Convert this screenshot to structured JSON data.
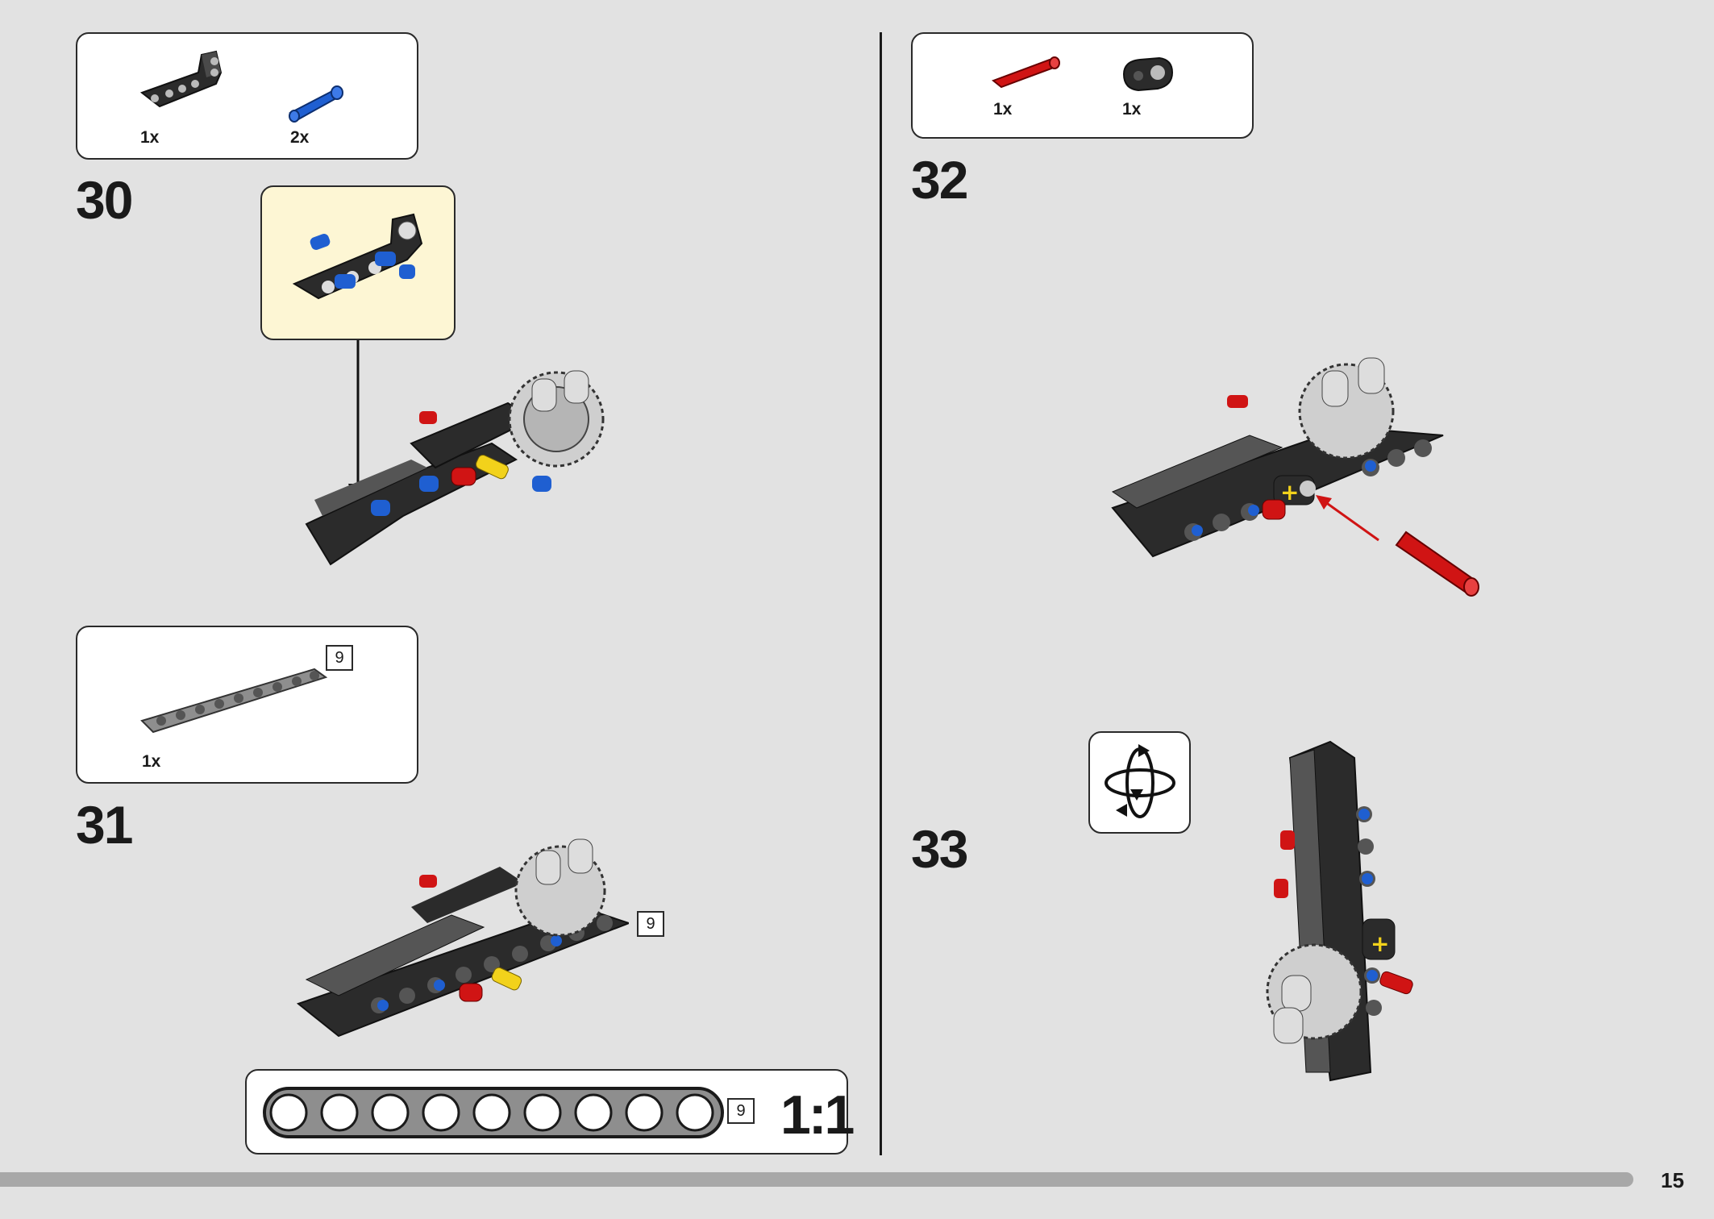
{
  "steps": {
    "s30": {
      "number": "30",
      "parts": [
        {
          "qty": "1x",
          "part": "bent-liftarm"
        },
        {
          "qty": "2x",
          "part": "blue-pin"
        }
      ]
    },
    "s31": {
      "number": "31",
      "parts": [
        {
          "qty": "1x",
          "part": "beam",
          "length": "9"
        }
      ],
      "model_length_tag": "9"
    },
    "s32": {
      "number": "32",
      "parts": [
        {
          "qty": "1x",
          "part": "red-axle-pin"
        },
        {
          "qty": "1x",
          "part": "black-connector"
        }
      ]
    },
    "s33": {
      "number": "33",
      "icon": "rotate-model-icon"
    }
  },
  "scale": {
    "length": "9",
    "ratio": "1:1"
  },
  "page_number": "15",
  "colors": {
    "background": "#e2e2e2",
    "callout": "#fdf6d4",
    "black_part": "#2b2b2b",
    "gray_part": "#8e8e8e",
    "blue": "#1f5fd1",
    "red": "#d01414",
    "yellow": "#f2d21b"
  }
}
